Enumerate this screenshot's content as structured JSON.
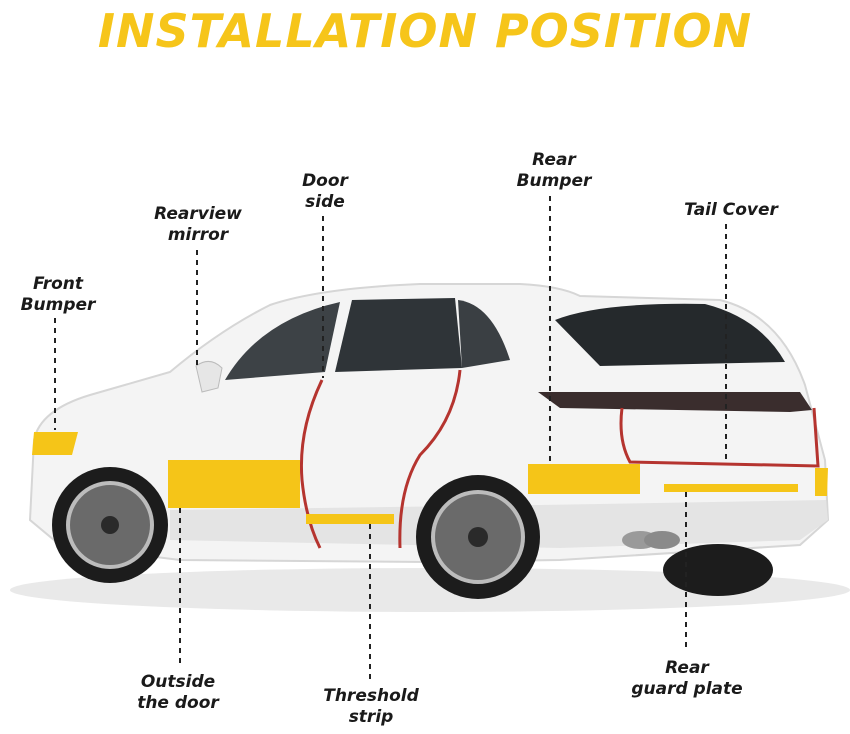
{
  "title": "INSTALLATION POSITION",
  "colors": {
    "title": "#f6c51a",
    "strip_yellow": "#f5c518",
    "door_edge_red": "#b5342f",
    "car_body": "#f4f4f4",
    "label_text": "#1a1a1a"
  },
  "labels": {
    "front_bumper": [
      "Front",
      "Bumper"
    ],
    "rearview_mirror": [
      "Rearview",
      "mirror"
    ],
    "door_side": [
      "Door",
      "side"
    ],
    "rear_bumper": [
      "Rear",
      "Bumper"
    ],
    "tail_cover": [
      "Tail Cover"
    ],
    "outside_door": [
      "Outside",
      "the door"
    ],
    "threshold_strip": [
      "Threshold",
      "strip"
    ],
    "rear_guard_plate": [
      "Rear",
      "guard plate"
    ]
  }
}
